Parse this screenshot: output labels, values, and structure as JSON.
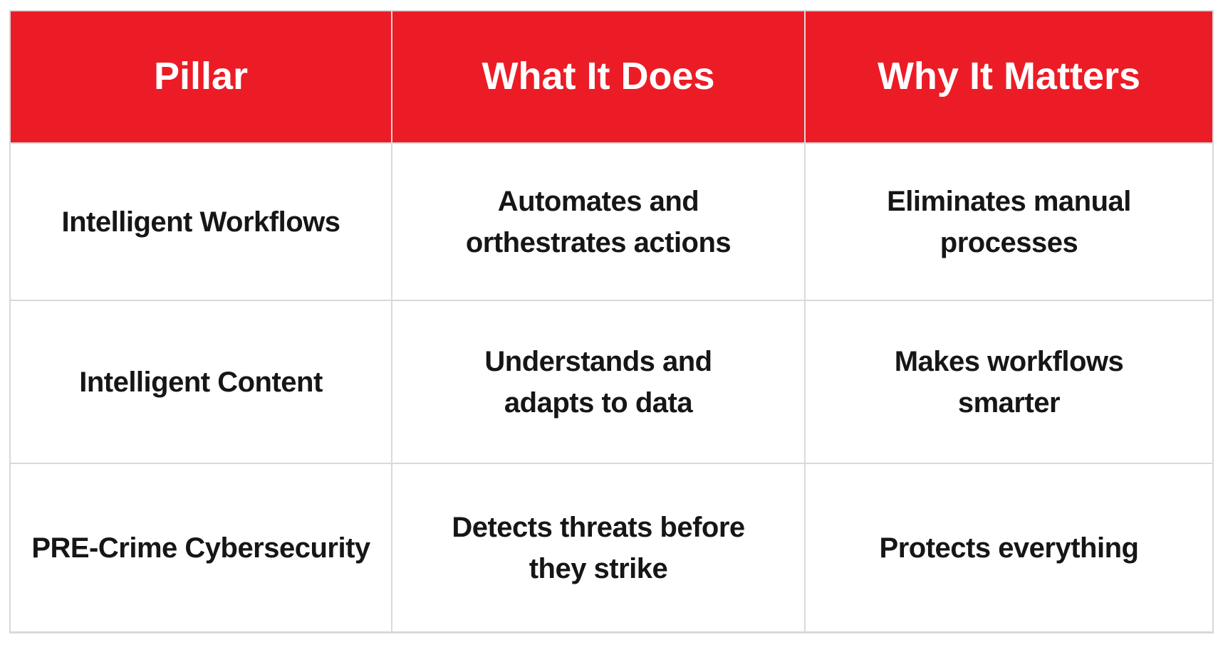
{
  "chart_data": {
    "type": "table",
    "title": "",
    "columns": [
      "Pillar",
      "What It Does",
      "Why It Matters"
    ],
    "rows": [
      [
        "Intelligent Workflows",
        "Automates and\northestrates actions",
        "Eliminates manual\nprocesses"
      ],
      [
        "Intelligent Content",
        "Understands and\nadapts to data",
        "Makes workflows\nsmarter"
      ],
      [
        "PRE-Crime Cybersecurity",
        "Detects threats before\nthey strike",
        "Protects everything"
      ]
    ]
  },
  "table": {
    "header": {
      "col1": "Pillar",
      "col2": "What It Does",
      "col3": "Why It Matters"
    },
    "rows": [
      {
        "pillar": "Intelligent Workflows",
        "what_it_does": "Automates and\northestrates actions",
        "why_it_matters": "Eliminates manual\nprocesses"
      },
      {
        "pillar": "Intelligent Content",
        "what_it_does": "Understands and\nadapts to data",
        "why_it_matters": "Makes workflows\nsmarter"
      },
      {
        "pillar": "PRE-Crime Cybersecurity",
        "what_it_does": "Detects threats before\nthey strike",
        "why_it_matters": "Protects everything"
      }
    ]
  },
  "colors": {
    "header_bg": "#ec1c26",
    "header_text": "#ffffff",
    "body_text": "#161616",
    "border": "#d9d9d9",
    "background": "#ffffff"
  }
}
